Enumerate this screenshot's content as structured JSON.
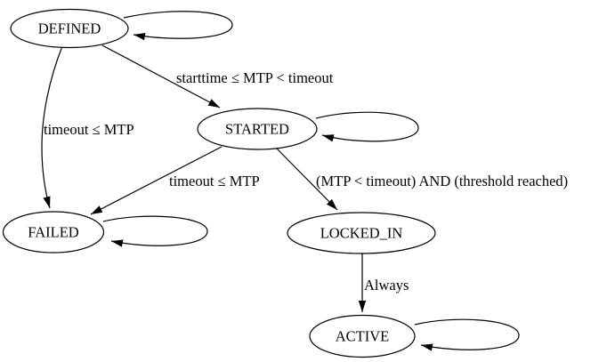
{
  "diagram": {
    "type": "state-machine-graph",
    "colors": {
      "background": "#ffffff",
      "stroke": "#000000",
      "text": "#000000"
    },
    "nodes": [
      {
        "id": "DEFINED",
        "label": "DEFINED",
        "has_self_loop": true
      },
      {
        "id": "STARTED",
        "label": "STARTED",
        "has_self_loop": true
      },
      {
        "id": "FAILED",
        "label": "FAILED",
        "has_self_loop": true
      },
      {
        "id": "LOCKED_IN",
        "label": "LOCKED_IN",
        "has_self_loop": false
      },
      {
        "id": "ACTIVE",
        "label": "ACTIVE",
        "has_self_loop": true
      }
    ],
    "edges": [
      {
        "from": "DEFINED",
        "to": "DEFINED",
        "label": ""
      },
      {
        "from": "DEFINED",
        "to": "STARTED",
        "label": "starttime ≤ MTP < timeout"
      },
      {
        "from": "DEFINED",
        "to": "FAILED",
        "label": "timeout ≤ MTP"
      },
      {
        "from": "STARTED",
        "to": "STARTED",
        "label": ""
      },
      {
        "from": "STARTED",
        "to": "FAILED",
        "label": "timeout ≤ MTP"
      },
      {
        "from": "STARTED",
        "to": "LOCKED_IN",
        "label": "(MTP < timeout) AND (threshold reached)"
      },
      {
        "from": "FAILED",
        "to": "FAILED",
        "label": ""
      },
      {
        "from": "LOCKED_IN",
        "to": "ACTIVE",
        "label": "Always"
      },
      {
        "from": "ACTIVE",
        "to": "ACTIVE",
        "label": ""
      }
    ]
  }
}
